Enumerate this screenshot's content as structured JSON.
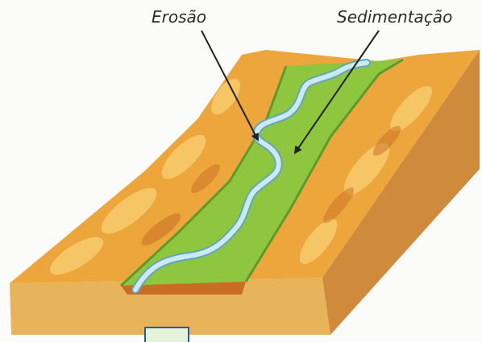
{
  "labels": {
    "erosion": "Erosão",
    "sedimentation": "Sedimentação"
  },
  "colors": {
    "page_background": "#fbfbfa",
    "terrain_top": "#eca63c",
    "terrain_light": "#f5c566",
    "terrain_dark": "#c96d22",
    "front_face": "#e7b35b",
    "right_face": "#cf8a3b",
    "floodplain": "#8ec63f",
    "floodplain_dark": "#5e9a2a",
    "river": "#cfe9f0",
    "river_edge": "#5fa7bd",
    "label_text": "#2c2c2c",
    "arrow": "#222222",
    "answer_box_border": "#1f5fa8",
    "answer_box_fill": "#e6f2da"
  },
  "icons": {
    "erosion_pointer": "arrow",
    "sedimentation_pointer": "arrow"
  }
}
